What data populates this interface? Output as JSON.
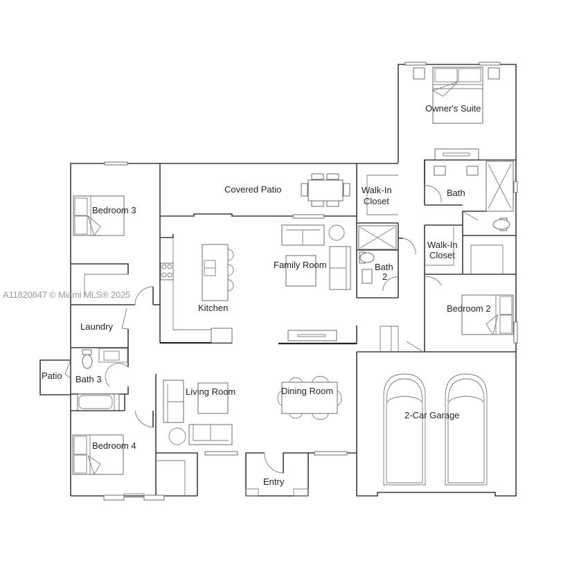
{
  "watermark": "A11820847 © Miami MLS® 2025",
  "rooms": {
    "owners_suite": "Owner's Suite",
    "covered_patio": "Covered Patio",
    "walk_in_closet_1": "Walk-In\nCloset",
    "walk_in_closet_1_line1": "Walk-In",
    "walk_in_closet_1_line2": "Closet",
    "owner_bath": "Bath",
    "bedroom_3": "Bedroom 3",
    "walk_in_closet_2_line1": "Walk-In",
    "walk_in_closet_2_line2": "Closet",
    "family_room": "Family Room",
    "bath_2_line1": "Bath",
    "bath_2_line2": "2",
    "kitchen": "Kitchen",
    "bedroom_2": "Bedroom 2",
    "laundry": "Laundry",
    "patio": "Patio",
    "bath_3": "Bath 3",
    "living_room": "Living Room",
    "dining_room": "Dining Room",
    "garage": "2-Car Garage",
    "bedroom_4": "Bedroom 4",
    "entry": "Entry"
  }
}
